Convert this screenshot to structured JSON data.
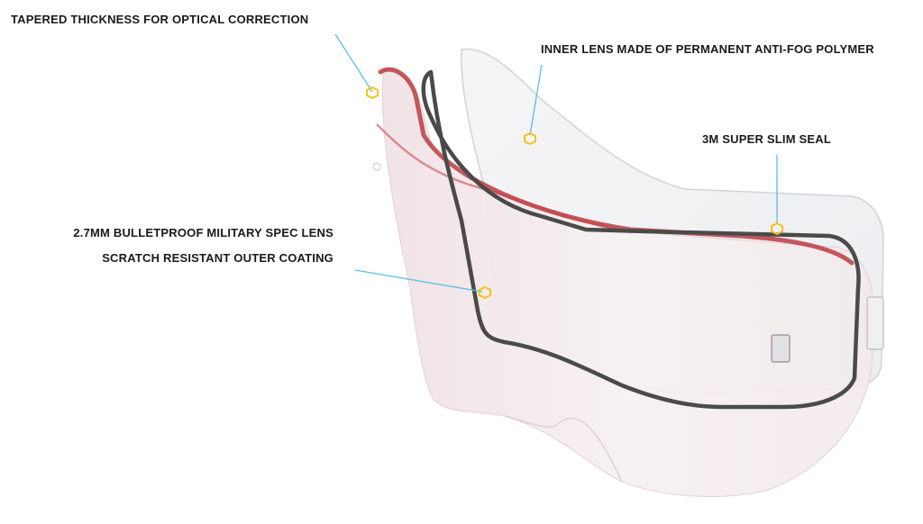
{
  "callouts": {
    "tapered": "TAPERED THICKNESS FOR OPTICAL CORRECTION",
    "inner_lens": "INNER LENS MADE OF PERMANENT ANTI-FOG POLYMER",
    "seal": "3M SUPER SLIM SEAL",
    "bulletproof": "2.7MM BULLETPROOF MILITARY SPEC LENS",
    "scratch": "SCRATCH RESISTANT OUTER COATING"
  },
  "colors": {
    "leader": "#5bbde4",
    "marker": "#f0c419",
    "outer_lens_edge": "#b3262b",
    "seal": "#4a4a4a",
    "lens_fill": "#f4ecee"
  }
}
